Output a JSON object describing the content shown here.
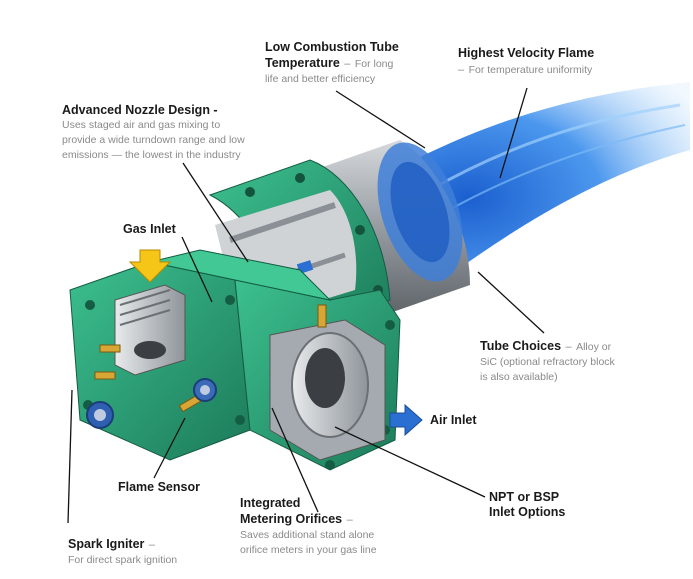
{
  "callouts": {
    "low_combustion": {
      "title_1": "Low Combustion Tube",
      "title_2": "Temperature",
      "dash": "–",
      "desc_1": "For long",
      "desc_2": "life and better efficiency"
    },
    "highest_velocity": {
      "title": "Highest Velocity Flame",
      "dash": "–",
      "desc": "For temperature uniformity"
    },
    "nozzle": {
      "title": "Advanced Nozzle Design -",
      "desc_1": "Uses staged air and gas mixing to",
      "desc_2": "provide a wide turndown range and low",
      "desc_3": "emissions — the lowest in the industry"
    },
    "gas_inlet": {
      "title": "Gas Inlet"
    },
    "tube_choices": {
      "title": "Tube Choices",
      "dash": "–",
      "desc_1": "Alloy or",
      "desc_2": "SiC (optional refractory block",
      "desc_3": "is also available)"
    },
    "air_inlet": {
      "title": "Air Inlet"
    },
    "flame_sensor": {
      "title": "Flame Sensor"
    },
    "metering": {
      "title_1": "Integrated",
      "title_2": "Metering Orifices",
      "dash": "–",
      "desc_1": "Saves additional stand alone",
      "desc_2": "orifice meters in your gas line"
    },
    "npt": {
      "title_1": "NPT or BSP",
      "title_2": "Inlet Options"
    },
    "spark": {
      "title": "Spark Igniter",
      "dash": "–",
      "desc": "For direct spark ignition"
    }
  },
  "colors": {
    "body_green": "#2aa37a",
    "body_green_dark": "#1c7a5a",
    "flame_blue": "#2f7fe0",
    "tube_gray": "#9aa0a6",
    "arrow_yellow": "#f5c518",
    "arrow_blue": "#2a6fd1"
  }
}
